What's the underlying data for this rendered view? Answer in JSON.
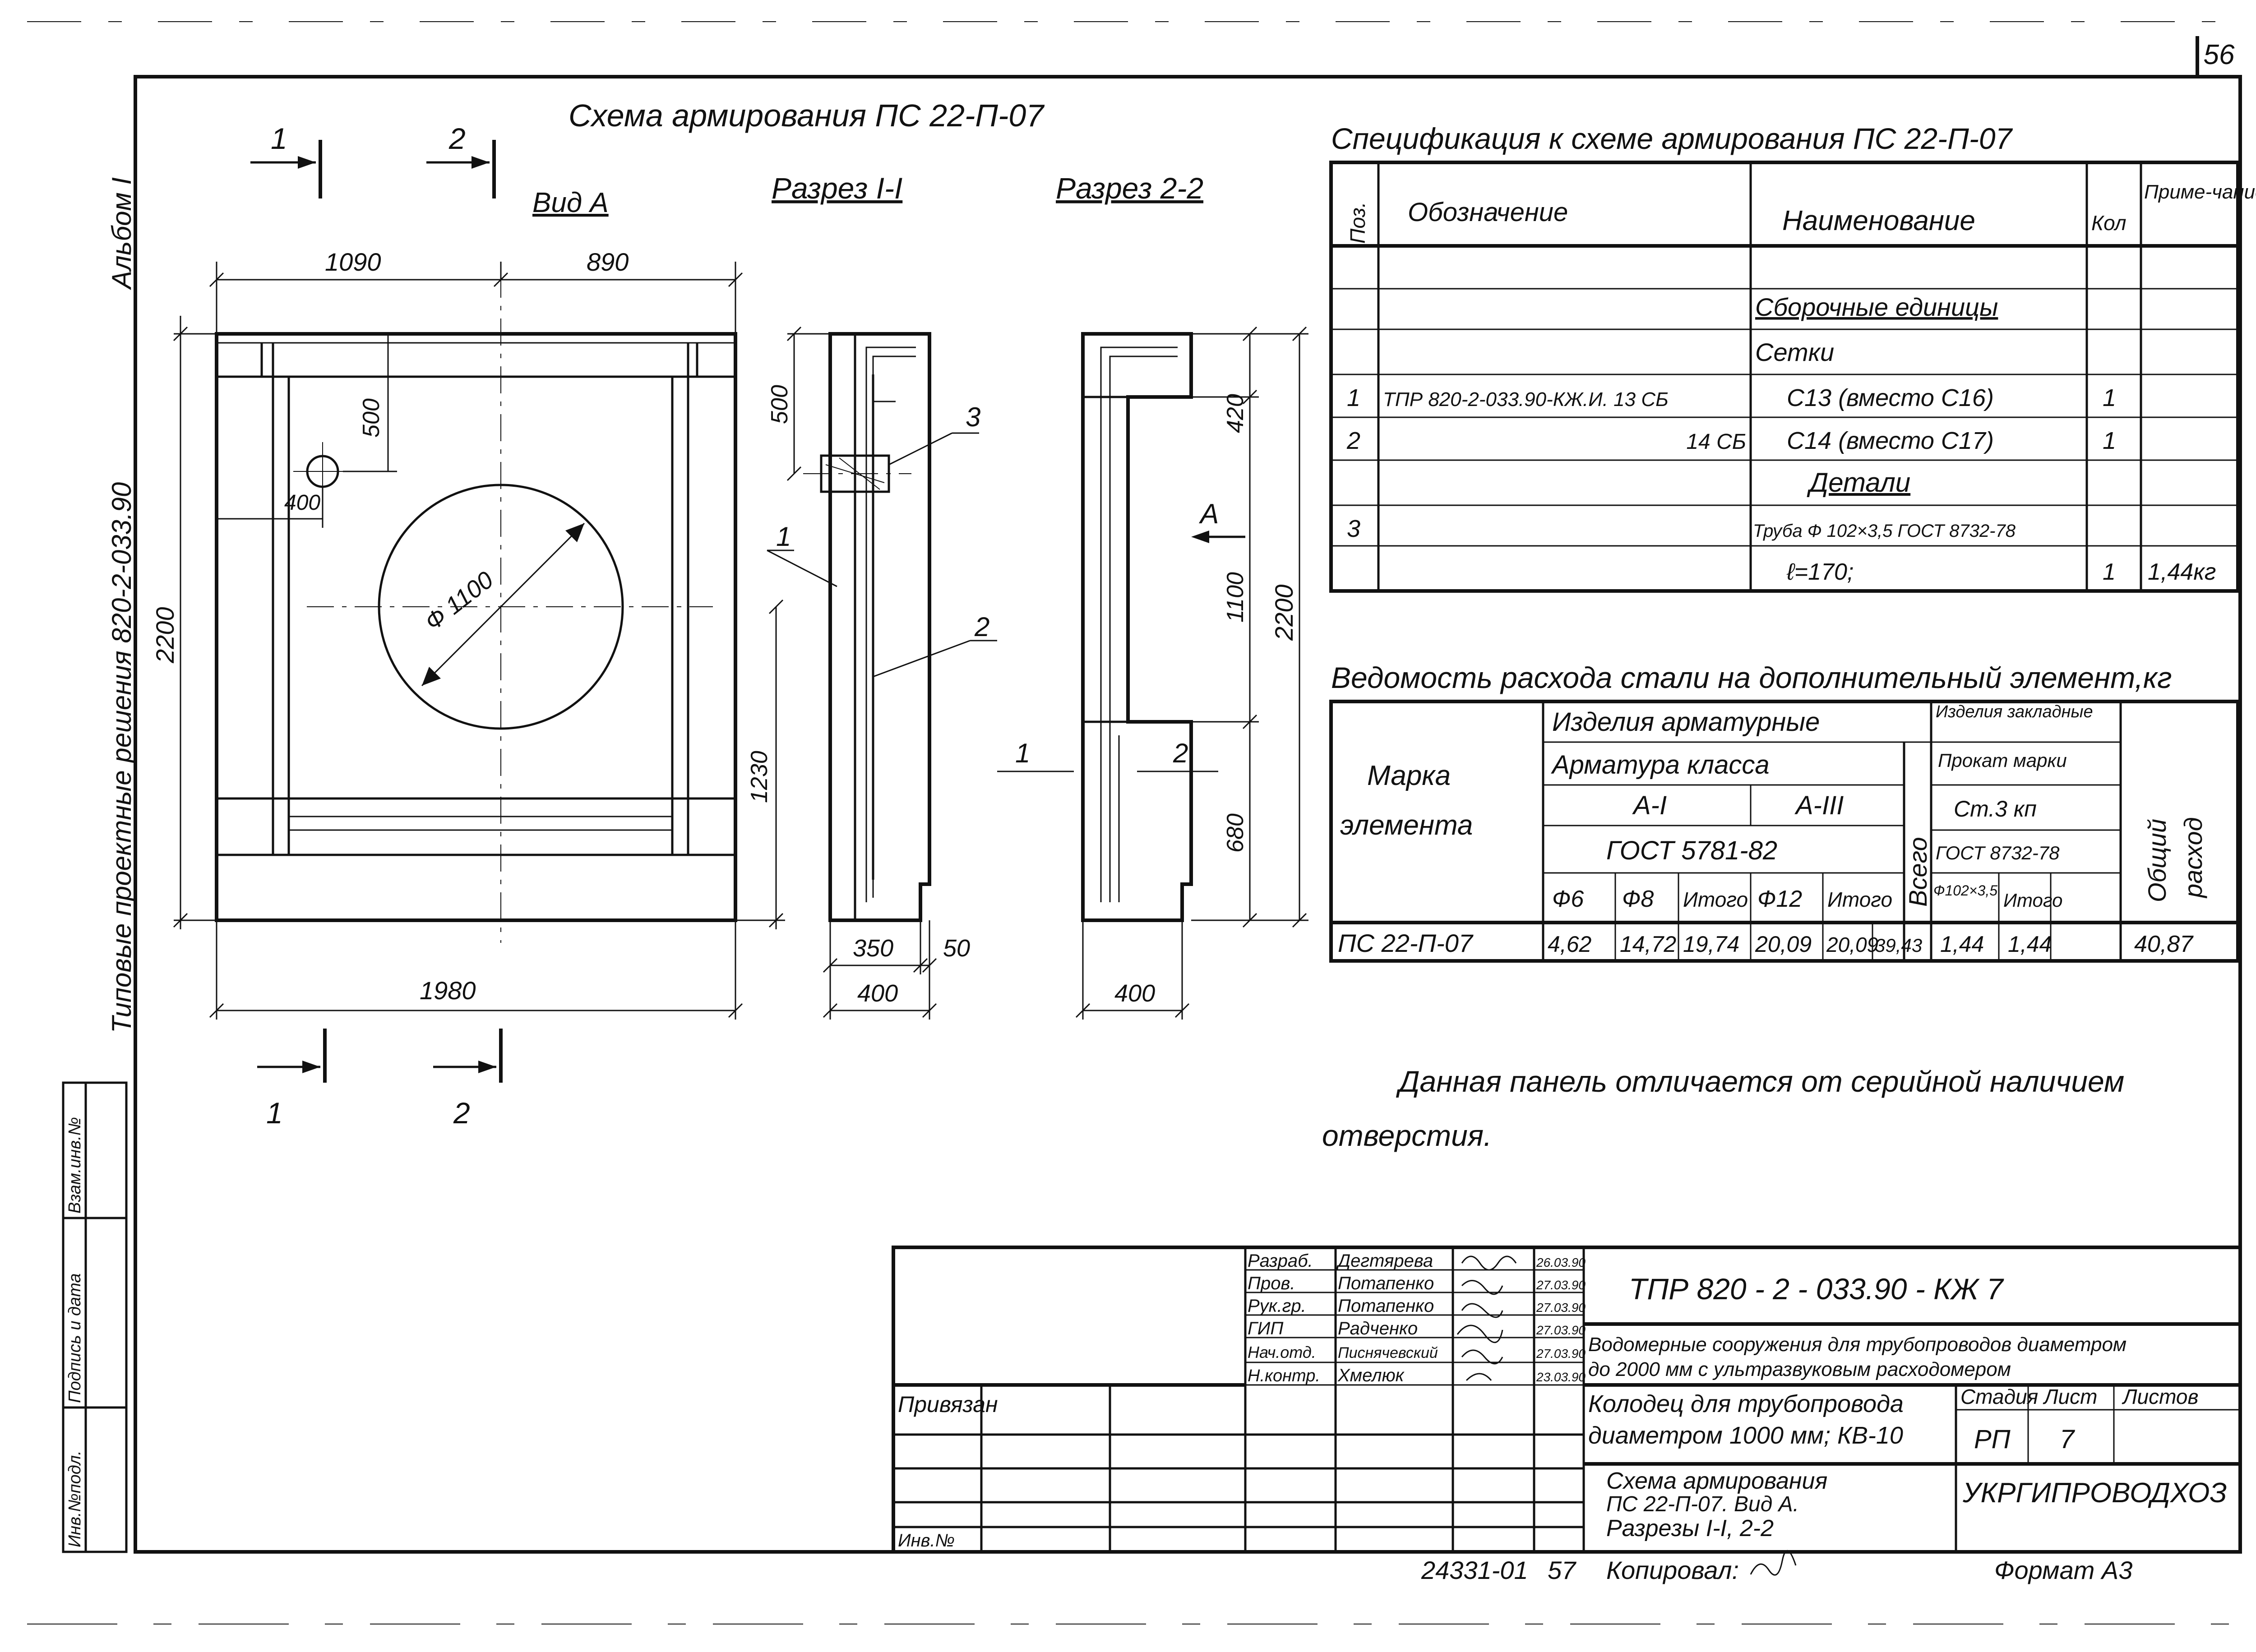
{
  "sheet_number": "56",
  "album": "Альбом I",
  "series_side": "Типовые проектные решения 820-2-033.90",
  "side_stamp": {
    "labels": [
      "Инв.№подл.",
      "Подпись и дата",
      "Взам.инв.№"
    ]
  },
  "drawing": {
    "title": "Схема армирования ПС 22-П-07",
    "views": {
      "view_a": "Вид А",
      "section_1": "Разрез I-I",
      "section_2": "Разрез 2-2"
    },
    "section_marks": [
      "1",
      "2"
    ],
    "dims": {
      "top_left": "1090",
      "top_right": "890",
      "hole_offset_v": "500",
      "hole_offset_h": "400",
      "circle": "Ф 1100",
      "height_total": "2200",
      "bottom_part": "1230",
      "width_total": "1980",
      "sec1_top": "500",
      "sec1_w1": "350",
      "sec1_w2": "50",
      "sec1_w": "400",
      "sec2_top": "420",
      "sec2_mid": "1100",
      "sec2_bot": "680",
      "sec2_total": "2200",
      "sec2_w": "400"
    },
    "callouts": [
      "1",
      "2",
      "3"
    ],
    "arrow_label": "А"
  },
  "spec": {
    "title": "Спецификация к схеме армирования ПС 22-П-07",
    "headers": [
      "Поз.",
      "Обозначение",
      "Наименование",
      "Кол",
      "Приме-чание"
    ],
    "rows": [
      {
        "pos": "",
        "code": "",
        "name": "",
        "qty": "",
        "note": ""
      },
      {
        "pos": "",
        "code": "",
        "name": "Сборочные единицы",
        "qty": "",
        "note": ""
      },
      {
        "pos": "",
        "code": "",
        "name": "Сетки",
        "qty": "",
        "note": ""
      },
      {
        "pos": "1",
        "code": "ТПР 820-2-033.90-КЖ.И. 13 СБ",
        "name": "С13 (вместо С16)",
        "qty": "1",
        "note": ""
      },
      {
        "pos": "2",
        "code": "14 СБ",
        "name": "С14 (вместо С17)",
        "qty": "1",
        "note": ""
      },
      {
        "pos": "",
        "code": "",
        "name": "Детали",
        "qty": "",
        "note": ""
      },
      {
        "pos": "3",
        "code": "",
        "name": "Труба Ф 102×3,5 ГОСТ 8732-78",
        "qty": "",
        "note": ""
      },
      {
        "pos": "",
        "code": "",
        "name": "ℓ=170;",
        "qty": "1",
        "note": "1,44кг"
      }
    ]
  },
  "steel": {
    "title": "Ведомость расхода стали на дополнительный элемент,кг",
    "h_mark": "Марка элемента",
    "h_products": "Изделия арматурные",
    "h_embedded": "Изделия закладные",
    "h_class": "Арматура класса",
    "h_a1": "А-I",
    "h_a3": "А-III",
    "h_gost": "ГОСТ 5781-82",
    "h_total": "Всего",
    "h_rolled": "Прокат марки",
    "h_st3": "Ст.3 кп",
    "h_gost2": "ГОСТ 8732-78",
    "h_grand": "Общий расход",
    "subheads": [
      "Ф6",
      "Ф8",
      "Итого",
      "Ф12",
      "Итого",
      "Ф102×3,5",
      "Итого"
    ],
    "row": [
      "ПС 22-П-07",
      "4,62",
      "14,72",
      "19,74",
      "20,09",
      "20,09",
      "39,43",
      "1,44",
      "1,44",
      "40,87"
    ]
  },
  "note": {
    "line1": "Данная панель отличается от серийной наличием",
    "line2": "отверстия."
  },
  "title_block": {
    "roles": [
      "Разраб.",
      "Пров.",
      "Рук.гр.",
      "ГИП",
      "Нач.отд.",
      "Н.контр."
    ],
    "names": [
      "Дегтярева",
      "Потапенко",
      "Потапенко",
      "Радченко",
      "Писнячевский",
      "Хмелюк"
    ],
    "dates": [
      "26.03.90",
      "27.03.90",
      "27.03.90",
      "27.03.90",
      "27.03.90",
      "23.03.90"
    ],
    "doc_code": "ТПР 820 - 2 - 033.90 - КЖ 7",
    "project_line1": "Водомерные сооружения для трубопроводов диаметром",
    "project_line2": "до 2000 мм с ультразвуковым расходомером",
    "object_line1": "Колодец для трубопровода",
    "object_line2": "диаметром 1000 мм; КВ-10",
    "sheet_title_1": "Схема армирования",
    "sheet_title_2": "ПС 22-П-07. Вид А.",
    "sheet_title_3": "Разрезы I-I, 2-2",
    "stage_label": "Стадия",
    "sheet_label": "Лист",
    "sheets_label": "Листов",
    "stage": "РП",
    "sheet": "7",
    "org": "УКРГИПРОВОДХОЗ",
    "bound": "Привязан",
    "inv": "Инв.№"
  },
  "footer": {
    "code": "24331-01",
    "page": "57",
    "copied": "Копировал:",
    "format": "Формат А3"
  }
}
